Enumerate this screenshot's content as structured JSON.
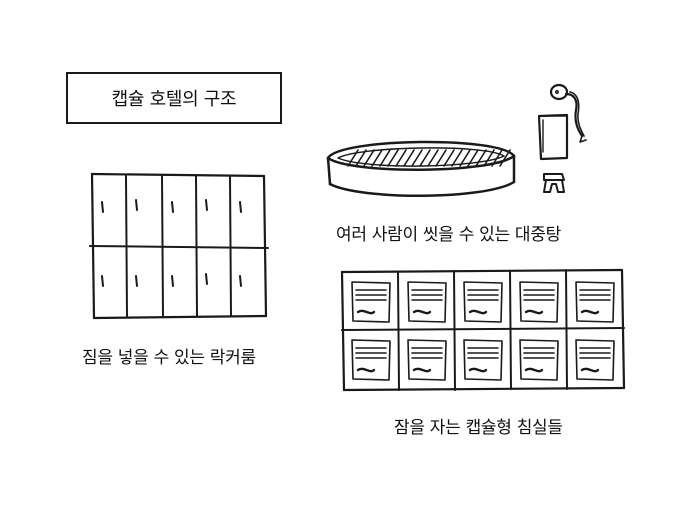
{
  "title": "캡슐 호텔의 구조",
  "labels": {
    "bath": "여러 사람이 씻을 수 있는 대중탕",
    "locker": "짐을 넣을 수 있는 락커룸",
    "capsules": "잠을 자는 캡슐형 침실들"
  },
  "icons": [
    "shower-icon",
    "bucket-icon",
    "stool-icon",
    "bath-tub-icon",
    "locker-grid-icon",
    "capsule-room-icon"
  ],
  "colors": {
    "ink": "#1a1a1a",
    "background": "#ffffff"
  }
}
